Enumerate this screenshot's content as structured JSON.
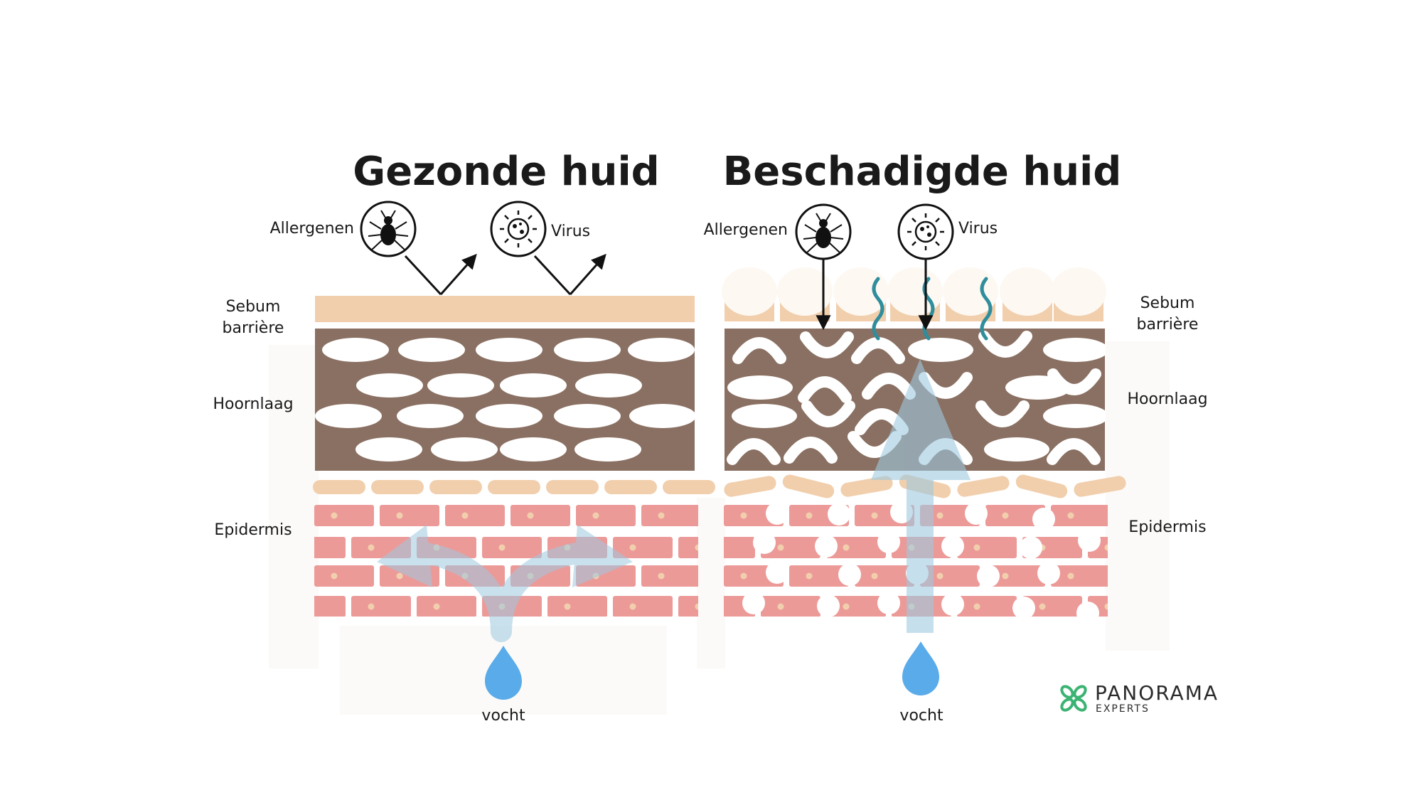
{
  "healthy": {
    "title": "Gezonde huid",
    "allergen_label": "Allergenen",
    "virus_label": "Virus",
    "moisture_label": "vocht"
  },
  "damaged": {
    "title": "Beschadigde huid",
    "allergen_label": "Allergenen",
    "virus_label": "Virus",
    "moisture_label": "vocht"
  },
  "left_labels": {
    "sebum": [
      "Sebum",
      "barrière"
    ],
    "horny": "Hoornlaag",
    "epidermis": "Epidermis"
  },
  "right_labels": {
    "sebum": [
      "Sebum",
      "barrière"
    ],
    "horny": "Hoornlaag",
    "epidermis": "Epidermis"
  },
  "logo": {
    "name": "PANORAMA",
    "sub": "EXPERTS"
  },
  "colors": {
    "sebum": "#f1cfad",
    "horny": "#8a7062",
    "cell": "#ffffff",
    "brick": "#ec9a98",
    "nucleus": "#f1cfad",
    "moisture": "#5aabea",
    "moisture_flow": "#9ec9e0",
    "wave": "#2f8d9c",
    "logo_green": "#3bb372"
  }
}
